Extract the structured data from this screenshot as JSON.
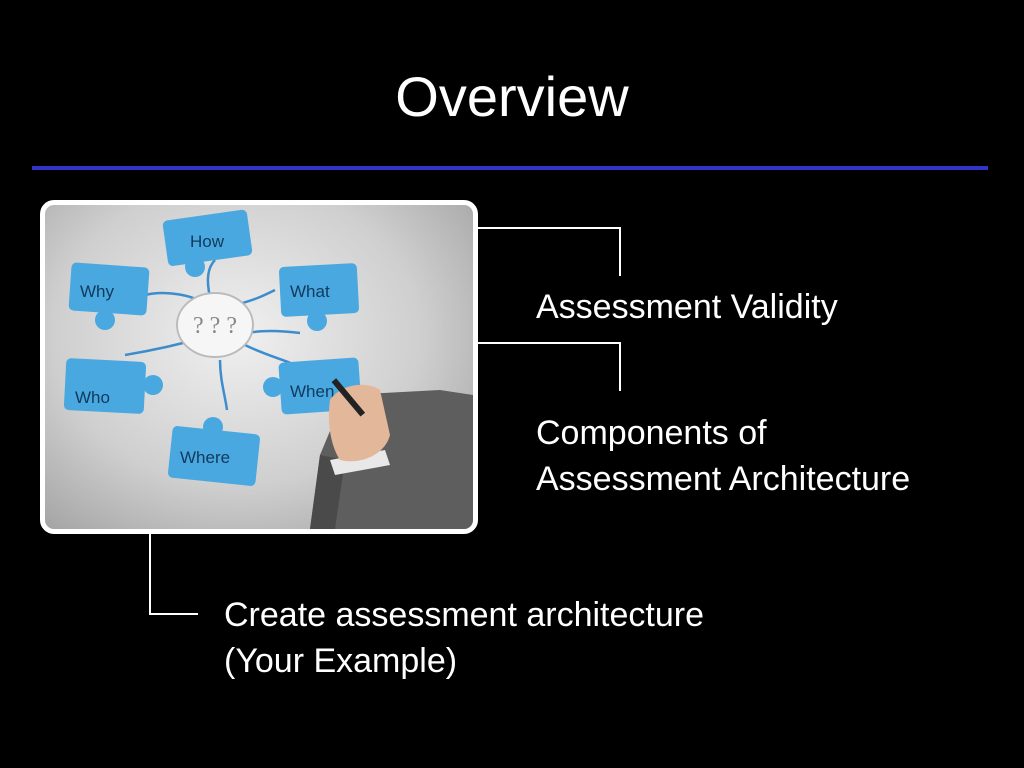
{
  "slide": {
    "title": "Overview",
    "rule_color": "#3333c8"
  },
  "items": [
    {
      "lines": [
        "Assessment Validity"
      ]
    },
    {
      "lines": [
        "Components of",
        "Assessment Architecture"
      ]
    },
    {
      "lines": [
        "Create assessment architecture",
        "(Your Example)"
      ]
    }
  ],
  "picture": {
    "puzzle_labels": [
      "How",
      "Why",
      "What",
      "Who",
      "When",
      "Where"
    ],
    "center_symbol": "? ? ?",
    "puzzle_color": "#4aa8e0"
  }
}
